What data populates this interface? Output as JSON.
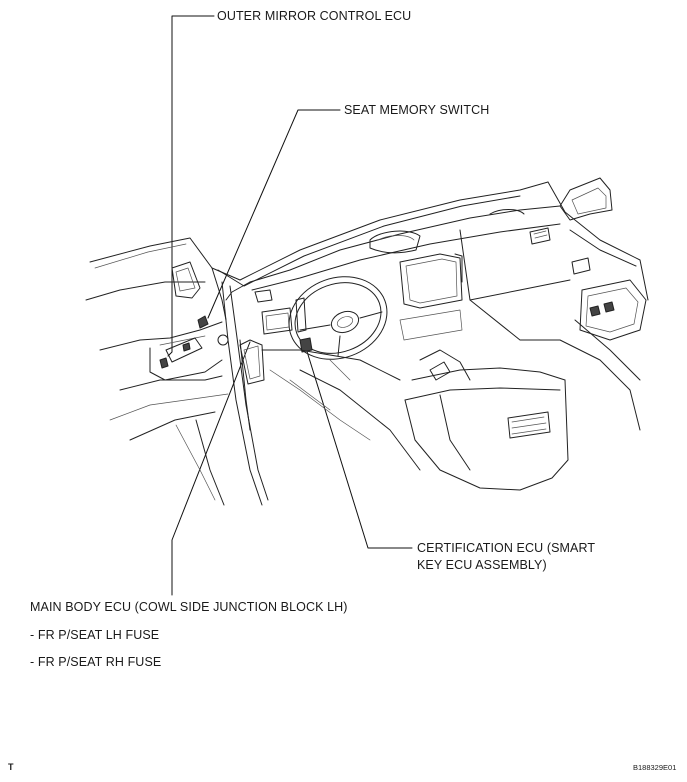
{
  "labels": {
    "outer_mirror": "OUTER MIRROR CONTROL ECU",
    "seat_memory": "SEAT MEMORY SWITCH",
    "certification_line1": "CERTIFICATION ECU (SMART",
    "certification_line2": "KEY ECU ASSEMBLY)",
    "main_body": "MAIN BODY ECU (COWL SIDE JUNCTION BLOCK LH)",
    "fuse_lh": "- FR P/SEAT LH FUSE",
    "fuse_rh": "- FR P/SEAT RH FUSE"
  },
  "footer": {
    "left_mark": "T",
    "figure_id": "B188329E01"
  }
}
